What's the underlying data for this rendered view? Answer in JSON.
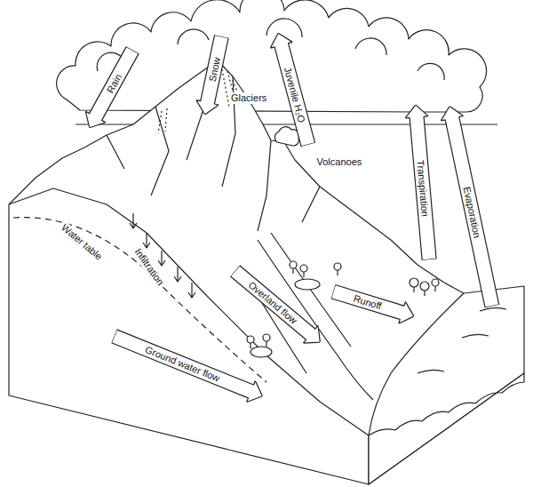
{
  "diagram": {
    "nodes": [
      {
        "text": [
          "Rain"
        ]
      },
      {
        "text": [
          "Snow"
        ]
      },
      {
        "text": [
          "Juvenile H₂O"
        ]
      },
      {
        "text": [
          "Transpiration"
        ]
      },
      {
        "text": [
          "Evaporation"
        ]
      },
      {
        "text": [
          "Overland flow"
        ]
      },
      {
        "text": [
          "Runoff"
        ]
      },
      {
        "text": [
          "Ground water flow"
        ]
      }
    ],
    "labels": [
      "Glaciers",
      "Volcanoes",
      "Infiltration",
      "Water table"
    ]
  }
}
